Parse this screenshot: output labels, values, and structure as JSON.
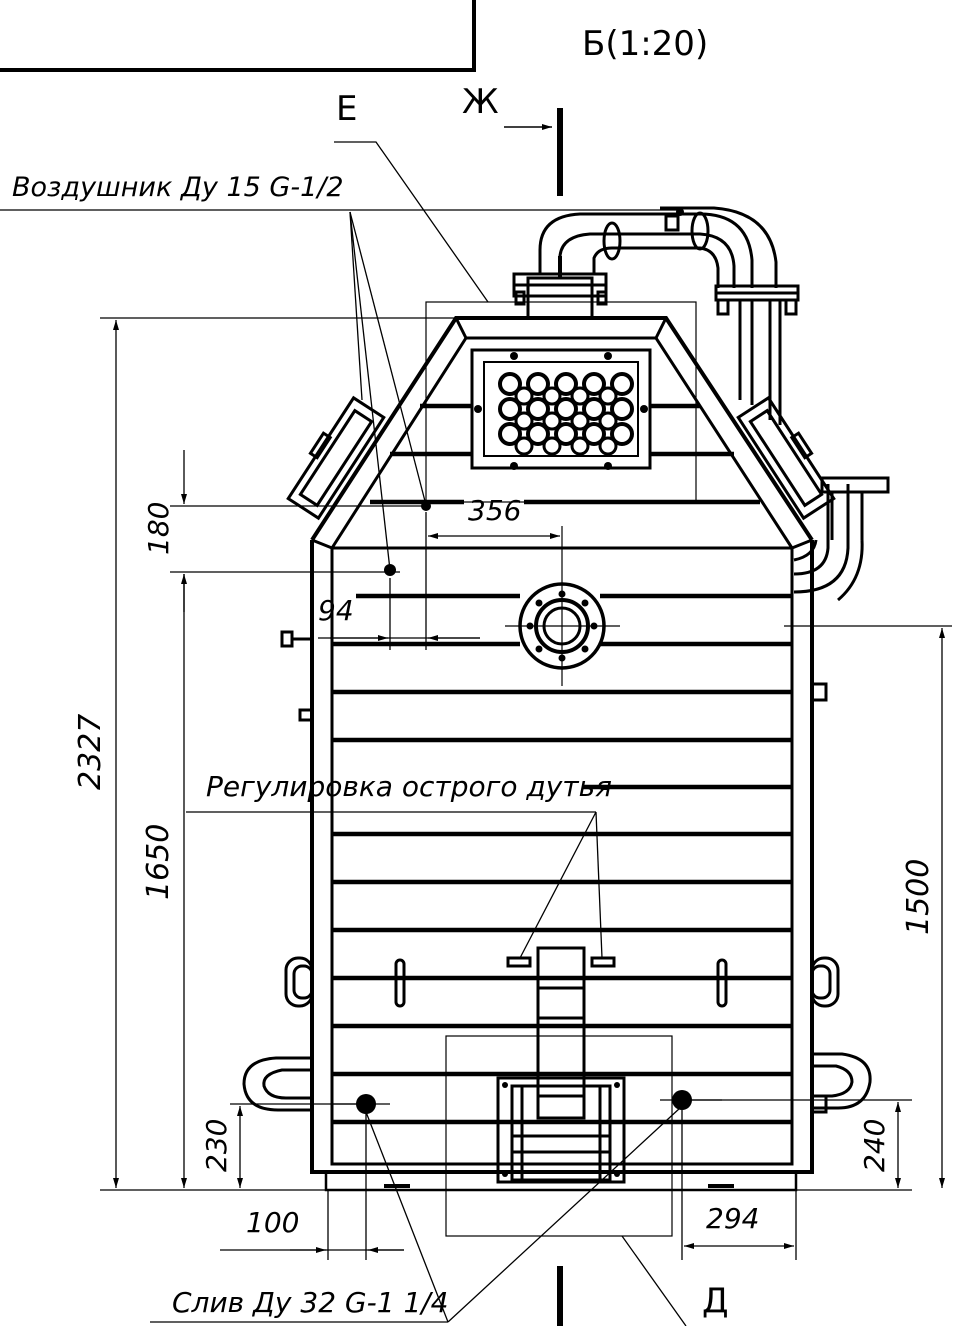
{
  "view_title": "Б(1:20)",
  "section_labels": {
    "e": "Е",
    "zh": "Ж",
    "d": "Д"
  },
  "callouts": {
    "air_vent": "Воздушник Ду 15 G-1/2",
    "blast_control": "Регулировка острого дутья",
    "drain": "Слив Ду 32 G-1 1/4"
  },
  "dimensions": {
    "overall_height": "2327",
    "height_1650": "1650",
    "height_1500": "1500",
    "height_180": "180",
    "width_356": "356",
    "width_94": "94",
    "height_230": "230",
    "height_240": "240",
    "width_100": "100",
    "width_294": "294"
  }
}
